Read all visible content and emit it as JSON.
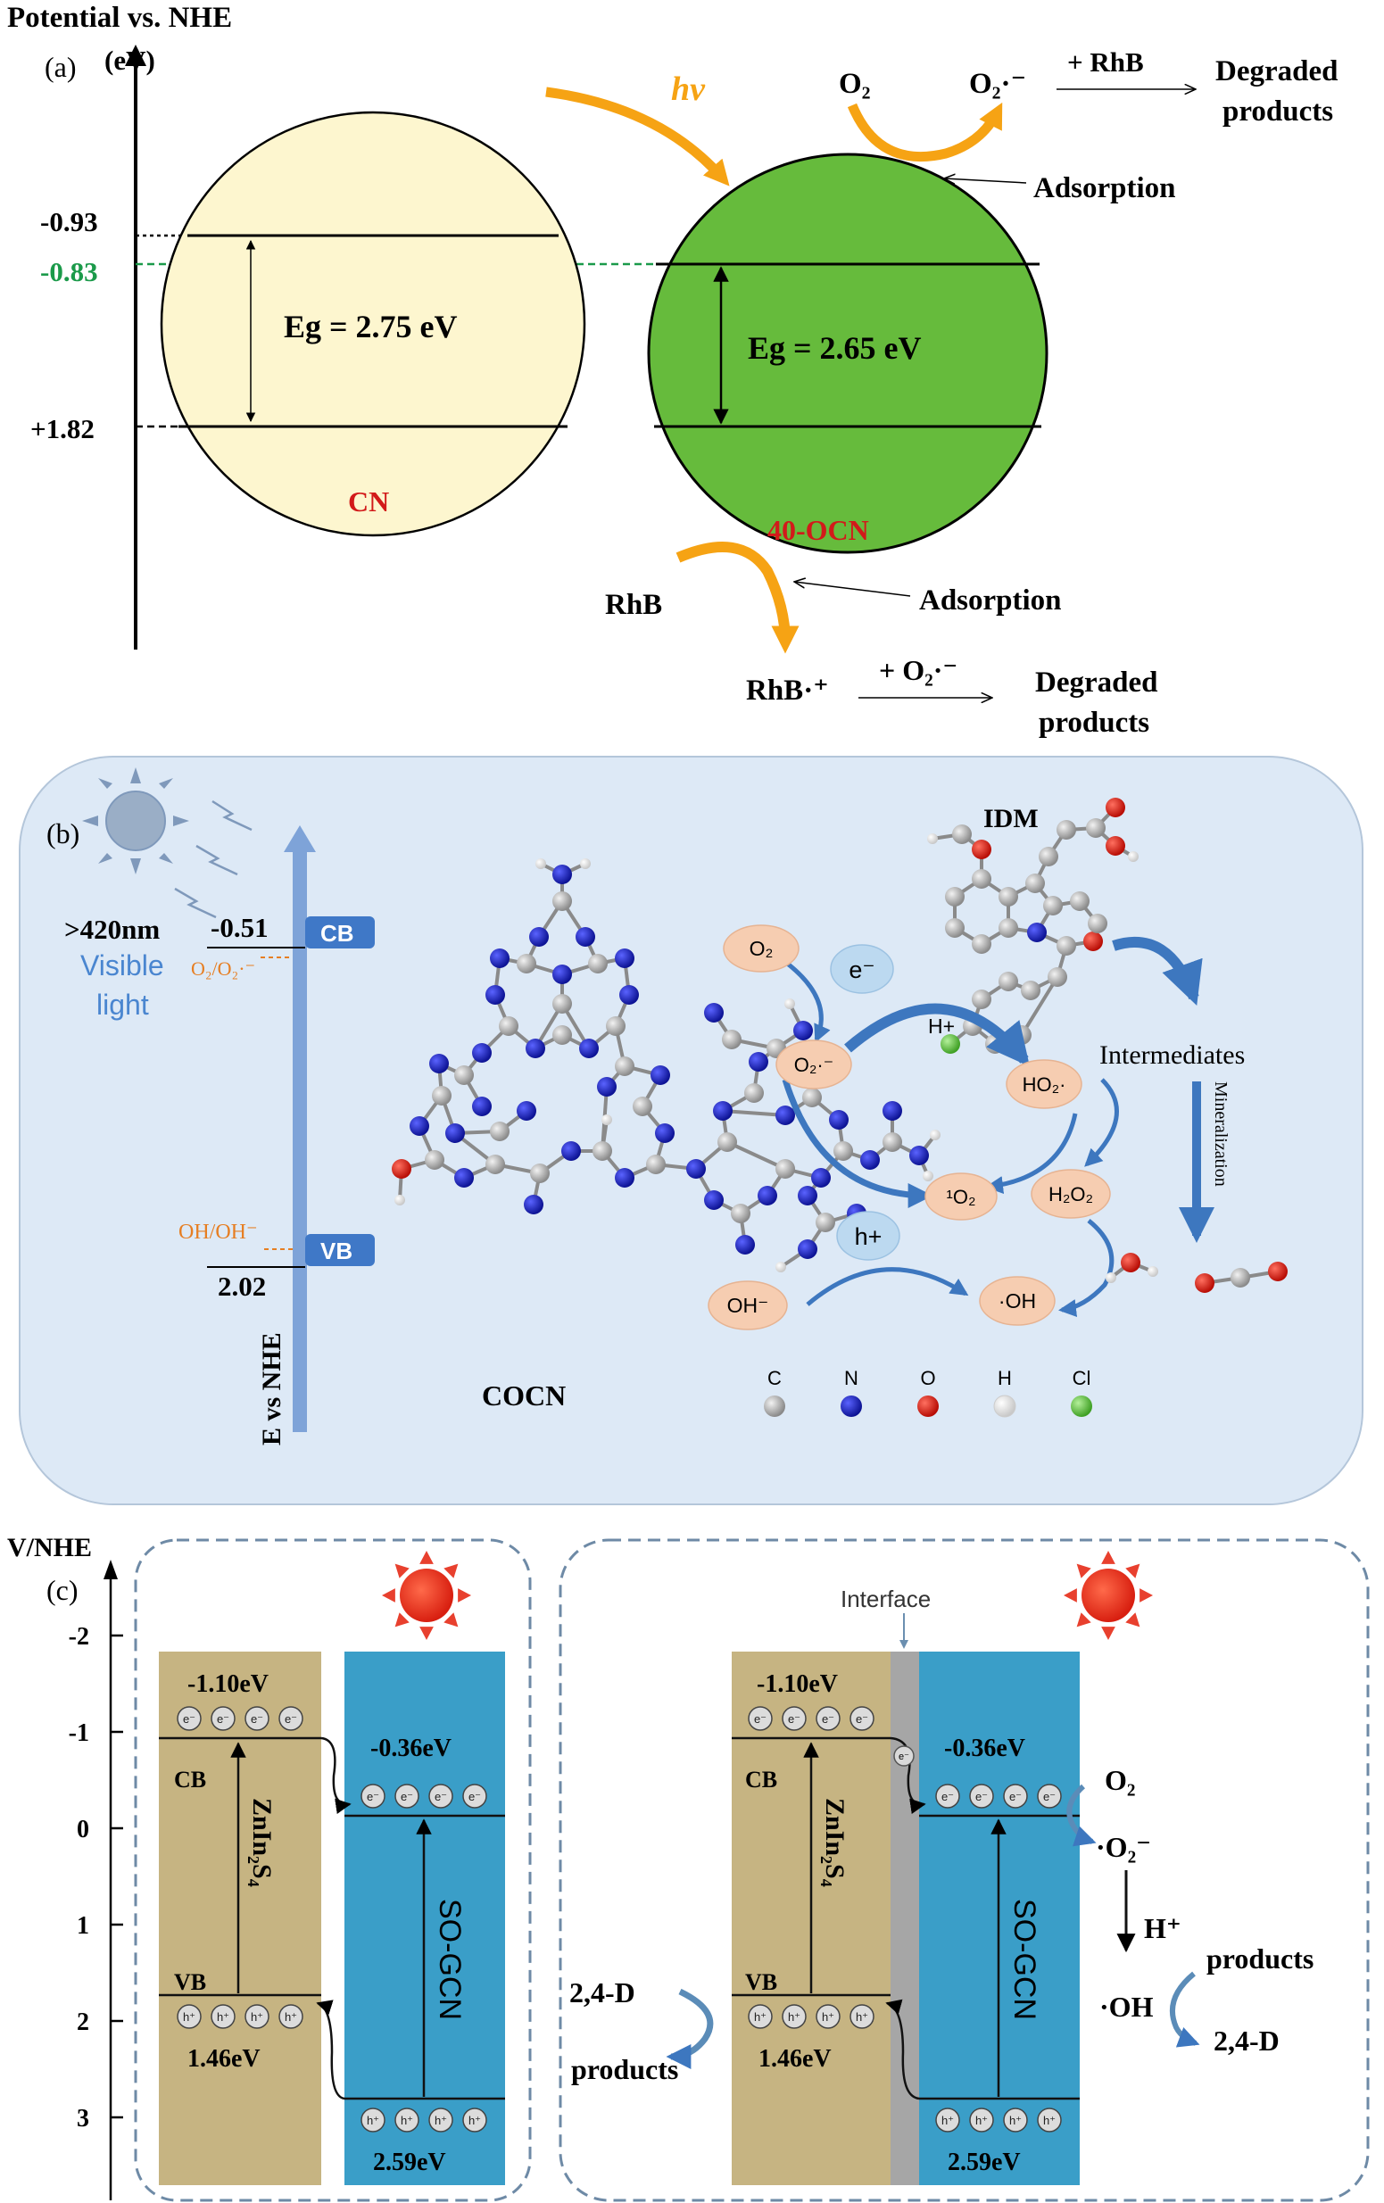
{
  "panel_a": {
    "label": "(a)",
    "axis_title": "Potential vs. NHE",
    "axis_unit": "(eV)",
    "ticks": [
      "-0.93",
      "-0.83",
      "+1.82"
    ],
    "cn": {
      "gap_label": "Eg = 2.75 eV",
      "name": "CN"
    },
    "ocn": {
      "gap_label": "Eg = 2.65 eV",
      "name": "40-OCN"
    },
    "light": "hv",
    "o2": "O₂",
    "superoxide": "O₂·⁻",
    "plus_rhb": "+ RhB",
    "degraded": [
      "Degraded",
      "products"
    ],
    "adsorption": "Adsorption",
    "rhb": "RhB",
    "rhb_cation": "RhB·⁺",
    "plus_superoxide": "+ O₂·⁻"
  },
  "panel_b": {
    "label": "(b)",
    "wavelength": ">420nm",
    "visible_light": [
      "Visible",
      "light"
    ],
    "cb_value": "-0.51",
    "cb": "CB",
    "o2_couple": "O₂/O₂·⁻",
    "oh_couple": "OH/OH⁻",
    "vb": "VB",
    "vb_value": "2.02",
    "axis": "E vs NHE",
    "catalyst": "COCN",
    "pollutant": "IDM",
    "electron": "e⁻",
    "hole": "h+",
    "species": {
      "o2": "O₂",
      "superoxide": "O₂·⁻",
      "hplus": "H+",
      "ho2": "HO₂·",
      "singlet": "¹O₂",
      "h2o2": "H₂O₂",
      "oh_minus": "OH⁻",
      "oh_radical": "·OH"
    },
    "intermediates": "Intermediates",
    "mineralization": "Mineralization",
    "legend": [
      "C",
      "N",
      "O",
      "H",
      "Cl"
    ],
    "legend_colors": [
      "#9a9a9a",
      "#1a20b8",
      "#d91a10",
      "#ffffff",
      "#58c43a"
    ]
  },
  "panel_c": {
    "label": "(c)",
    "axis_title": "V/NHE",
    "ticks": [
      "-2",
      "-1",
      "0",
      "1",
      "2",
      "3"
    ],
    "znin_cb": "-1.10eV",
    "znin_vb": "1.46eV",
    "gcn_cb": "-0.36eV",
    "gcn_vb": "2.59eV",
    "cb": "CB",
    "vb": "VB",
    "znin": "ZnIn₂S₄",
    "gcn": "SO-GCN",
    "interface": "Interface",
    "o2": "O₂",
    "superoxide": "·O₂⁻",
    "hplus": "H⁺",
    "oh": "·OH",
    "products": "products",
    "pollutant": "2,4-D"
  },
  "colors": {
    "cn_fill": "#fdf6cf",
    "ocn_fill": "#66bb3c",
    "arrow_orange": "#f6a314",
    "label_red": "#d21a1a",
    "guide_green": "#1b9a4a",
    "panel_b_bg": "#dde9f6",
    "species_fill": "#f6cdb1",
    "bubble_fill": "#bcd9f0",
    "flow_blue": "#3d77bf",
    "znin_fill": "#c6b482",
    "gcn_fill": "#3a9ec8",
    "interface_fill": "#a6a6a6"
  }
}
